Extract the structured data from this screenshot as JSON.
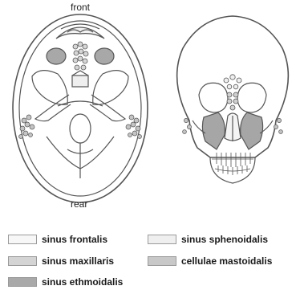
{
  "labels": {
    "front": "front",
    "rear": "rear"
  },
  "legend": [
    {
      "key": "frontalis",
      "text": "sinus frontalis",
      "color": "#f7f7f7"
    },
    {
      "key": "sphenoidalis",
      "text": "sinus sphenoidalis",
      "color": "#efefef"
    },
    {
      "key": "maxillaris",
      "text": "sinus maxillaris",
      "color": "#d4d4d4"
    },
    {
      "key": "mastoidalis",
      "text": "cellulae mastoidalis",
      "color": "#c8c8c8"
    },
    {
      "key": "ethmoidalis",
      "text": "sinus ethmoidalis",
      "color": "#a9a9a9"
    }
  ],
  "colors": {
    "outline": "#555555",
    "ethmoid": "#b0b0b0",
    "maxillary": "#a8a8a8"
  }
}
